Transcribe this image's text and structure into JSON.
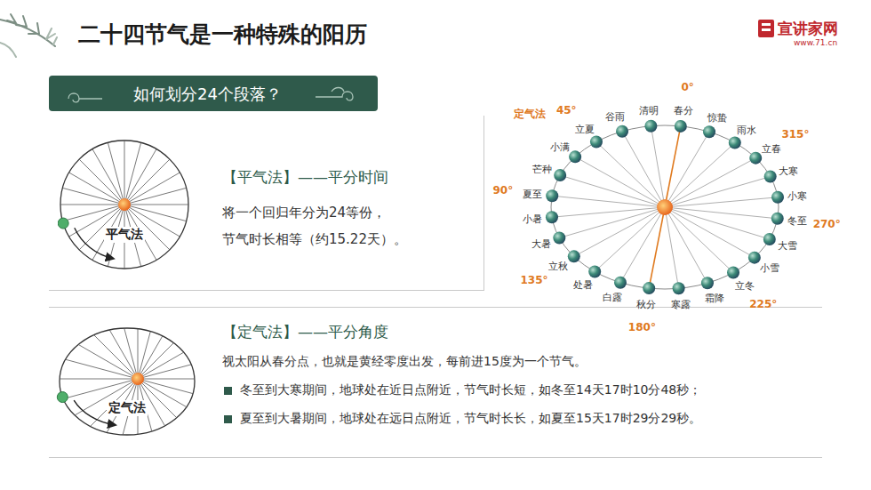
{
  "diagram": {
    "title": "二十四节气是一种特殊的阳历",
    "nodes": [
      {
        "text": [
          "如何划分24个段落？"
        ]
      },
      {
        "text": [
          "【平气法】——平分时间",
          "将一个回归年分为24等份，",
          "节气时长相等（约15.22天）。"
        ]
      },
      {
        "text": [
          "平气法"
        ],
        "in": 1
      },
      {
        "text": [
          "【定气法】——平分角度",
          "视太阳从春分点，也就是黄经零度出发，每前进15度为一个节气。",
          "冬至到大寒期间，地球处在近日点附近，节气时长短，如冬至14天17时10分48秒；",
          "夏至到大暑期间，地球处在远日点附近，节气时长长，如夏至15天17时29分29秒。"
        ]
      },
      {
        "text": [
          "定气法"
        ],
        "in": 3
      }
    ],
    "labels": [
      "宣讲家网",
      "www.71.cn",
      "定气法",
      "春分",
      "清明",
      "谷雨",
      "立夏",
      "小满",
      "芒种",
      "夏至",
      "小暑",
      "大暑",
      "立秋",
      "处暑",
      "白露",
      "秋分",
      "寒露",
      "霜降",
      "立冬",
      "小雪",
      "大雪",
      "冬至",
      "小寒",
      "大寒",
      "立春",
      "雨水",
      "惊蛰",
      "0°",
      "45°",
      "90°",
      "135°",
      "180°",
      "225°",
      "270°",
      "315°"
    ]
  }
}
